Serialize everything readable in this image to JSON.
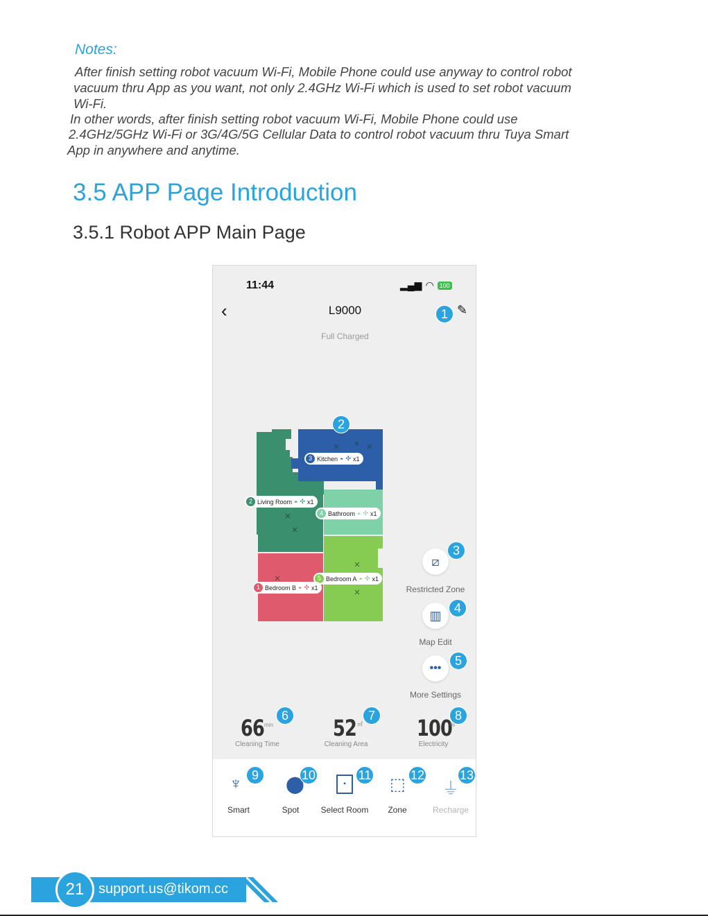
{
  "notes": {
    "title": "Notes:",
    "lines": [
      "After finish setting robot vacuum Wi-Fi, Mobile Phone could use anyway to control robot",
      "vacuum thru App as you want, not only 2.4GHz Wi-Fi which is used to set robot vacuum",
      "Wi-Fi.",
      "In other words, after finish setting robot vacuum Wi-Fi, Mobile Phone could use",
      "2.4GHz/5GHz Wi-Fi or 3G/4G/5G Cellular Data to control robot vacuum thru Tuya Smart",
      "App in anywhere and anytime."
    ]
  },
  "heading1": "3.5 APP Page Introduction",
  "heading2": "3.5.1 Robot APP Main Page",
  "phone": {
    "time": "11:44",
    "battery": "100",
    "device_name": "L9000",
    "device_status": "Full Charged",
    "rooms": [
      {
        "num": "3",
        "name": "Kitchen",
        "count": "x1",
        "color": "#2d5ea8"
      },
      {
        "num": "2",
        "name": "Living Room",
        "count": "x1",
        "color": "#3a8f6e"
      },
      {
        "num": "4",
        "name": "Bathroom",
        "count": "x1",
        "color": "#7fd1a8"
      },
      {
        "num": "5",
        "name": "Bedroom A",
        "count": "x1",
        "color": "#86cc52"
      },
      {
        "num": "1",
        "name": "Bedroom B",
        "count": "x1",
        "color": "#e05a6e"
      }
    ],
    "side_buttons": [
      {
        "label": "Restricted Zone",
        "icon": "restricted-zone-icon"
      },
      {
        "label": "Map Edit",
        "icon": "map-edit-icon"
      },
      {
        "label": "More Settings",
        "icon": "more-icon"
      }
    ],
    "stats": [
      {
        "value": "66",
        "unit": "min",
        "label": "Cleaning Time"
      },
      {
        "value": "52",
        "unit": "㎡",
        "label": "Cleaning Area"
      },
      {
        "value": "100",
        "unit": "%",
        "label": "Electricity"
      }
    ],
    "nav": [
      {
        "label": "Smart",
        "icon": "broom-icon"
      },
      {
        "label": "Spot",
        "icon": "location-pin-icon"
      },
      {
        "label": "Select Room",
        "icon": "room-icon"
      },
      {
        "label": "Zone",
        "icon": "zone-icon"
      },
      {
        "label": "Recharge",
        "icon": "plug-icon"
      }
    ],
    "callouts": [
      "1",
      "2",
      "3",
      "4",
      "5",
      "6",
      "7",
      "8",
      "9",
      "10",
      "11",
      "12",
      "13"
    ]
  },
  "footer": {
    "page_number": "21",
    "email": "support.us@tikom.cc"
  },
  "colors": {
    "accent": "#2aa3de",
    "kitchen": "#2d5ea8",
    "living": "#3a8f6e",
    "bathroom": "#7fd1a8",
    "bedroom_a": "#86cc52",
    "bedroom_b": "#e05a6e"
  }
}
